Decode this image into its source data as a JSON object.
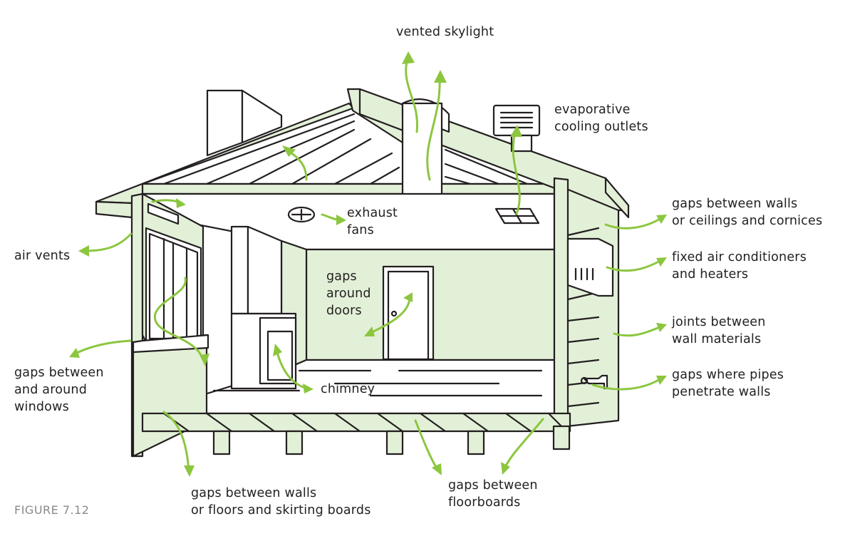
{
  "figure_label": "FIGURE 7.12",
  "colors": {
    "accent_green": "#8cc63f",
    "pale_green": "#e3f0d8",
    "outline": "#231f20"
  },
  "labels": {
    "vented_skylight": [
      "vented skylight"
    ],
    "evaporative_cooling": [
      "evaporative",
      "cooling outlets"
    ],
    "exhaust_fans": [
      "exhaust",
      "fans"
    ],
    "air_vents": [
      "air vents"
    ],
    "gaps_ceilings": [
      "gaps between walls",
      "or ceilings and cornices"
    ],
    "fixed_ac": [
      "fixed air conditioners",
      "and heaters"
    ],
    "gaps_doors": [
      "gaps",
      "around",
      "doors"
    ],
    "joints_walls": [
      "joints between",
      "wall materials"
    ],
    "gaps_windows": [
      "gaps between",
      "and around",
      "windows"
    ],
    "chimney": [
      "chimney"
    ],
    "gaps_pipes": [
      "gaps where pipes",
      "penetrate walls"
    ],
    "gaps_skirting": [
      "gaps between walls",
      "or floors and skirting boards"
    ],
    "gaps_floorboards": [
      "gaps between",
      "floorboards"
    ]
  }
}
